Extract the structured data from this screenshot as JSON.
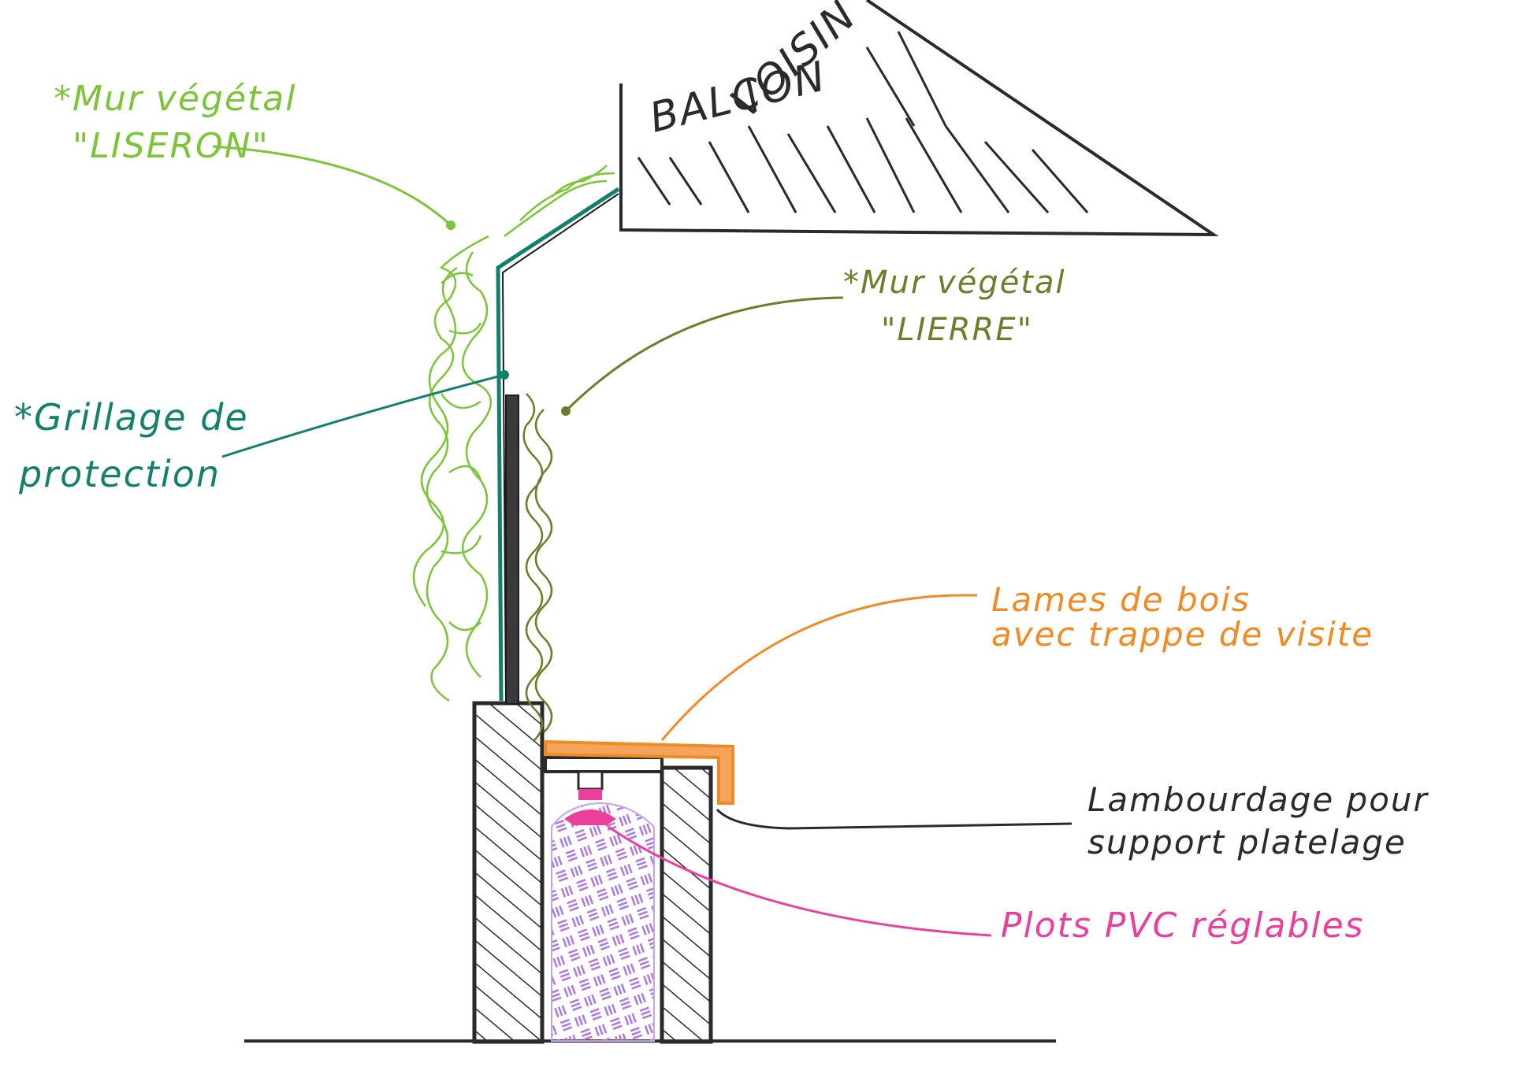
{
  "colors": {
    "ink": "#2a2a2a",
    "liseron": "#7cc43a",
    "lierre": "#6e7d2c",
    "grillage": "#12806a",
    "lames": "#f08a24",
    "plots": "#ea3f9a",
    "remblai": "#a978d8"
  },
  "labels": {
    "liseron_1": "*Mur végétal",
    "liseron_2": "\"LISERON\"",
    "lierre_1": "*Mur végétal",
    "lierre_2": "\"LIERRE\"",
    "grillage_1": "*Grillage de",
    "grillage_2": "protection",
    "lames_1": "Lames de bois",
    "lames_2": "avec trappe de visite",
    "lambourdage_1": "Lambourdage pour",
    "lambourdage_2": "support platelage",
    "plots": "Plots PVC réglables",
    "balcon_1": "BALCON",
    "balcon_2": "VOISIN"
  }
}
